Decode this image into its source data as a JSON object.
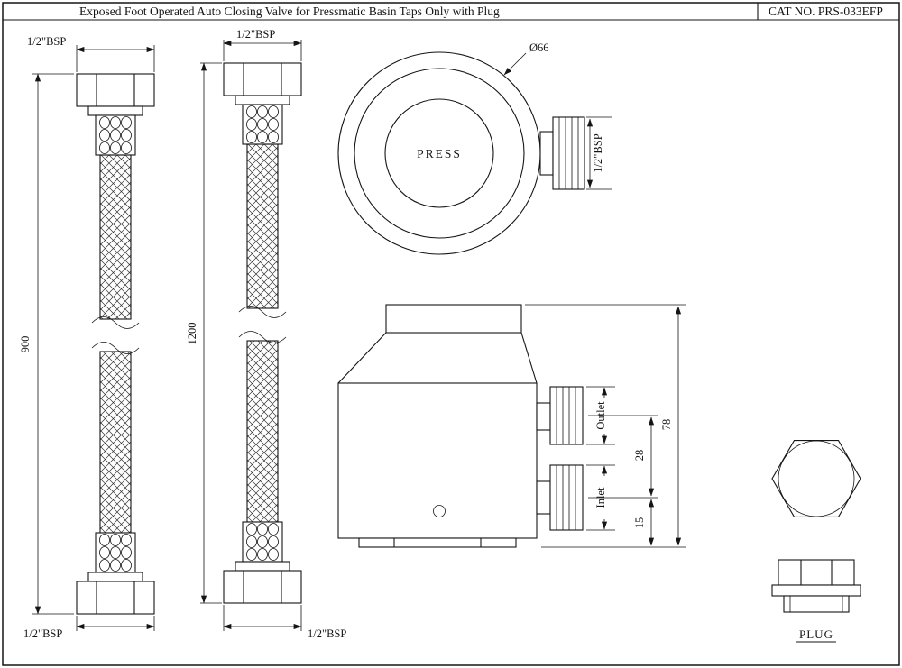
{
  "title_bar": {
    "title": "Exposed Foot Operated Auto Closing Valve for Pressmatic Basin Taps Only with Plug",
    "cat_no": "CAT NO. PRS-033EFP"
  },
  "hoses": {
    "hose_900": {
      "top_thread_label": "1/2\"BSP",
      "bottom_thread_label": "1/2\"BSP",
      "length": "900"
    },
    "hose_1200": {
      "top_thread_label": "1/2\"BSP",
      "bottom_thread_label": "1/2\"BSP",
      "length": "1200"
    }
  },
  "valve_top_view": {
    "press_label": "PRESS",
    "outer_diameter": "Ø66",
    "thread_label": "1/2\"BSP"
  },
  "valve_side_view": {
    "outlet_label": "Outlet",
    "inlet_label": "Inlet",
    "total_height": "78",
    "port_spacing": "28",
    "inlet_to_base": "15"
  },
  "plug": {
    "label": "PLUG"
  },
  "colors": {
    "line": "#151515",
    "background": "#ffffff"
  }
}
